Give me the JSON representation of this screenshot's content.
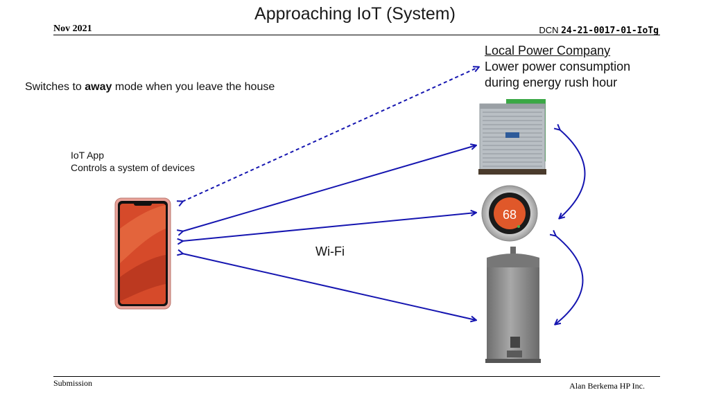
{
  "header": {
    "title": "Approaching IoT (System)",
    "date": "Nov 2021",
    "dcn_prefix": "DCN",
    "dcn_number": "24-21-0017-01-IoTg"
  },
  "labels": {
    "away_prefix": "Switches to",
    "away_bold": "away",
    "away_suffix": "mode when you leave the house",
    "app_line1": "IoT App",
    "app_line2": "Controls a system of devices",
    "power_company": "Local Power Company",
    "power_line1": "Lower power consumption",
    "power_line2": "during energy rush hour",
    "wifi": "Wi-Fi"
  },
  "thermostat": {
    "temperature": "68"
  },
  "footer": {
    "left": "Submission",
    "right": "Alan Berkema HP Inc."
  },
  "colors": {
    "arrow": "#1515b0",
    "phone_screen": "#d64a2a",
    "thermostat_display": "#e0582a",
    "ac_green": "#3aa845",
    "water_heater": "#8a8a8a"
  }
}
